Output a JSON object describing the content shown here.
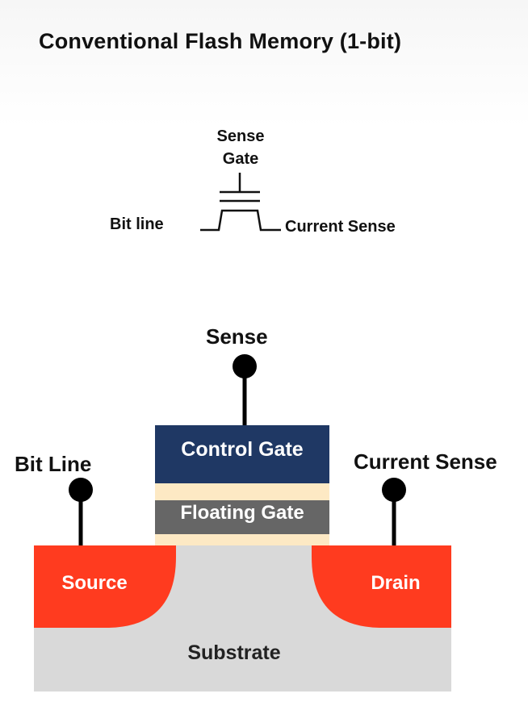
{
  "title": "Conventional Flash Memory (1-bit)",
  "symbol": {
    "gate_label_line1": "Sense",
    "gate_label_line2": "Gate",
    "left_label": "Bit line",
    "right_label": "Current Sense"
  },
  "cell": {
    "top_terminal": "Sense",
    "left_terminal": "Bit Line",
    "right_terminal": "Current Sense",
    "control_gate": "Control Gate",
    "floating_gate": "Floating Gate",
    "source": "Source",
    "drain": "Drain",
    "substrate": "Substrate"
  },
  "colors": {
    "control_gate": "#1f3864",
    "floating_gate": "#666666",
    "oxide": "#fde9c4",
    "source_drain": "#ff3b1f",
    "substrate": "#d9d9d9",
    "terminal": "#000000"
  }
}
